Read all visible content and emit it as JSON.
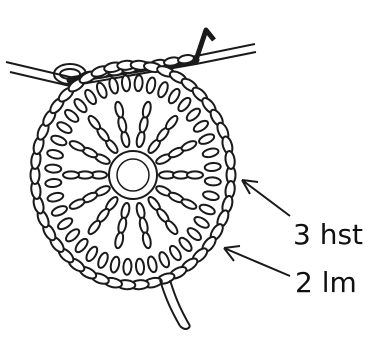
{
  "annotations": [
    {
      "id": "lbl-a",
      "text": "3 hst"
    },
    {
      "id": "lbl-b",
      "text": "2 lm"
    }
  ],
  "colors": {
    "ink": "#1a1a1a",
    "paper": "#ffffff",
    "shade": "#9a9a9a"
  }
}
